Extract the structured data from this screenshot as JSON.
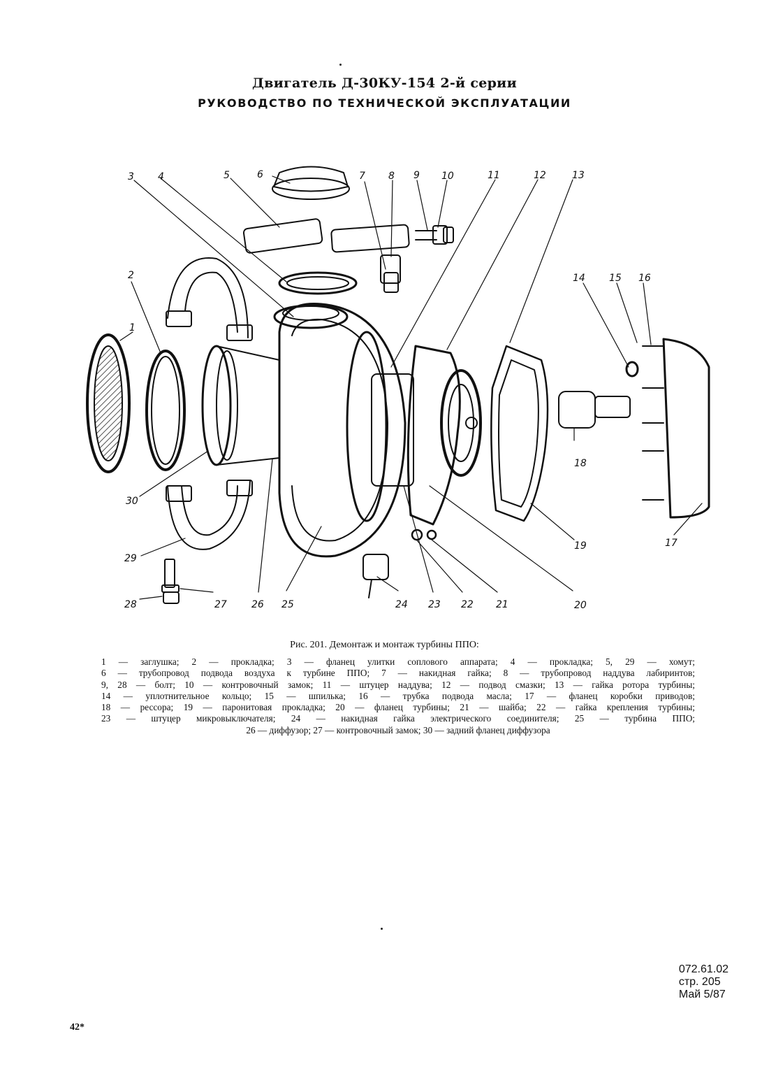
{
  "header": {
    "title": "Двигатель Д-30КУ-154 2-й серии",
    "subtitle": "РУКОВОДСТВО ПО ТЕХНИЧЕСКОЙ ЭКСПЛУАТАЦИИ"
  },
  "figure": {
    "callouts": [
      "1",
      "2",
      "3",
      "4",
      "5",
      "6",
      "7",
      "8",
      "9",
      "10",
      "11",
      "12",
      "13",
      "14",
      "15",
      "16",
      "17",
      "18",
      "19",
      "20",
      "21",
      "22",
      "23",
      "24",
      "25",
      "26",
      "27",
      "28",
      "29",
      "30"
    ],
    "caption": "Рис. 201. Демонтаж и монтаж турбины ППО:",
    "legend_lines": [
      "1 — заглушка; 2 — прокладка; 3 — фланец улитки соплового аппарата; 4 — прокладка; 5, 29 — хомут;",
      "6 — трубопровод подвода воздуха к турбине ППО; 7 — накидная гайка; 8 — трубопровод наддува лабиринтов;",
      "9, 28 — болт; 10 — контровочный замок; 11 — штуцер наддува; 12 — подвод смазки; 13 — гайка ротора турбины;",
      "14 — уплотнительное кольцо; 15 — шпилька; 16 — трубка подвода масла; 17 — фланец коробки приводов;",
      "18 — рессора; 19 — паронитовая прокладка; 20 — фланец турбины; 21 — шайба; 22 — гайка крепления турбины;",
      "23 — штуцер микровыключателя; 24 — накидная гайка электрического соединителя; 25 — турбина ППО;",
      "26 — диффузор; 27 — контровочный замок; 30 — задний фланец диффузора"
    ]
  },
  "footer": {
    "doc_code": "072.61.02",
    "page": "стр. 205",
    "date": "Май 5/87",
    "sheet_mark": "42*"
  }
}
